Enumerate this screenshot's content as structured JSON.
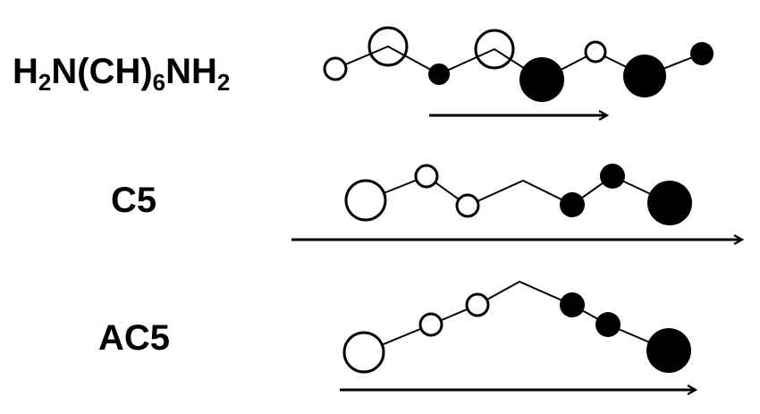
{
  "rows": [
    {
      "label": {
        "main": "H",
        "s1": "2",
        "t1": "N(CH)",
        "s2": "6",
        "t2": "NH",
        "s3": "2"
      },
      "beads": [
        "open",
        "open",
        "filled",
        "open",
        "filled",
        "open",
        "filled",
        "filled"
      ]
    },
    {
      "label": {
        "text": "C5"
      },
      "beads": [
        "open",
        "open",
        "open",
        "filled",
        "filled",
        "filled"
      ]
    },
    {
      "label": {
        "text": "AC5"
      },
      "beads": [
        "open",
        "open",
        "open",
        "filled",
        "filled",
        "filled"
      ]
    }
  ],
  "colors": {
    "ink": "#000000",
    "paper": "#ffffff"
  }
}
